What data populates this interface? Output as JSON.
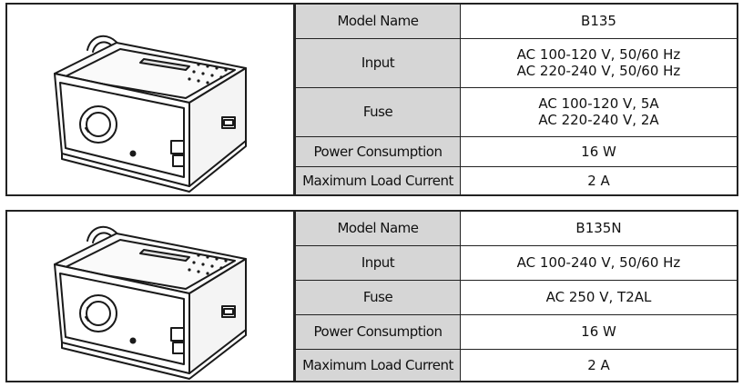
{
  "products": [
    {
      "rows": [
        {
          "label": "Model Name",
          "values": [
            "B135"
          ]
        },
        {
          "label": "Input",
          "values": [
            "AC 100-120 V, 50/60 Hz",
            "AC 220-240 V, 50/60 Hz"
          ]
        },
        {
          "label": "Fuse",
          "values": [
            "AC 100-120 V, 5A",
            "AC 220-240 V, 2A"
          ]
        },
        {
          "label": "Power Consumption",
          "values": [
            "16 W"
          ]
        },
        {
          "label": "Maximum Load Current",
          "values": [
            "2 A"
          ]
        }
      ]
    },
    {
      "rows": [
        {
          "label": "Model Name",
          "values": [
            "B135N"
          ]
        },
        {
          "label": "Input",
          "values": [
            "AC 100-240 V, 50/60 Hz"
          ]
        },
        {
          "label": "Fuse",
          "values": [
            "AC 250 V, T2AL"
          ]
        },
        {
          "label": "Power Consumption",
          "values": [
            "16 W"
          ]
        },
        {
          "label": "Maximum Load Current",
          "values": [
            "2 A"
          ]
        }
      ]
    }
  ]
}
